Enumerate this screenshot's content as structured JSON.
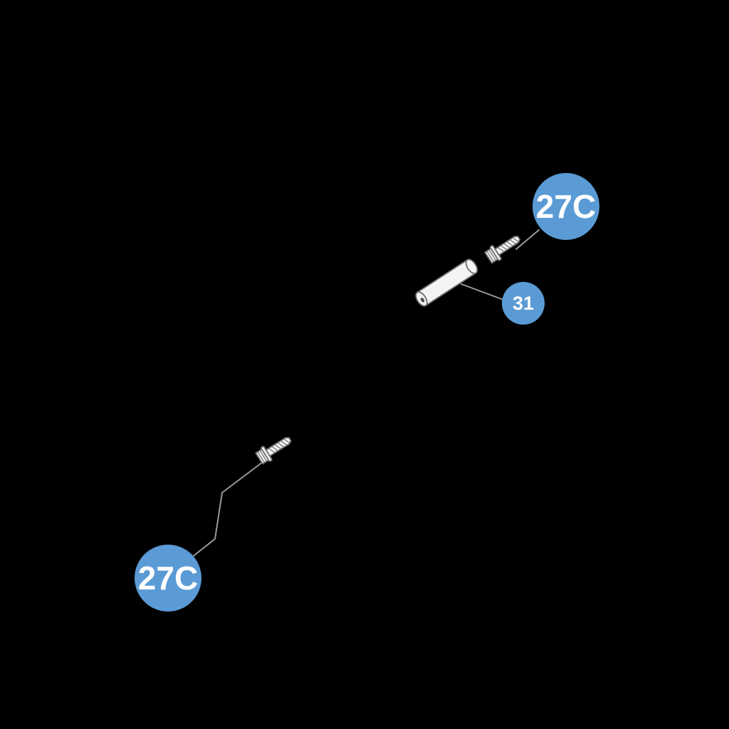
{
  "diagram": {
    "type": "exploded-parts-diagram",
    "colors": {
      "background": "#000000",
      "callout_fill": "#5b9bd5",
      "callout_text": "#ffffff",
      "leader_line": "#9a9a9a",
      "part_fill": "#f4f4f4",
      "part_outline": "#6e6e6e"
    },
    "callouts": [
      {
        "label": "27C",
        "part": "hex-flange-screw-upper"
      },
      {
        "label": "31",
        "part": "spacer-tube"
      },
      {
        "label": "27C",
        "part": "hex-flange-screw-lower"
      }
    ],
    "parts": [
      {
        "name": "hex-flange-screw-upper"
      },
      {
        "name": "spacer-tube"
      },
      {
        "name": "hex-flange-screw-lower"
      }
    ]
  }
}
